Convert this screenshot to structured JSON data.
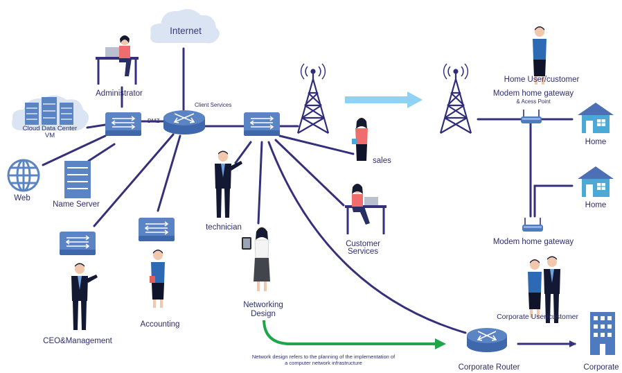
{
  "labels": {
    "internet": "Internet",
    "administrator": "Administrator",
    "client_services": "Client Services",
    "dmz": "DMZ",
    "cloud_dc_line1": "Cloud Data Center",
    "cloud_dc_line2": "VM",
    "web": "Web",
    "name_server": "Name Server",
    "technician": "technician",
    "sales": "sales",
    "customer_services_line1": "Customer",
    "customer_services_line2": "Services",
    "networking_design_line1": "Networking",
    "networking_design_line2": "Design",
    "accounting": "Accounting",
    "ceo": "CEO&Management",
    "note_line1": "Network design refers to the planning of the implementation of",
    "note_line2": "a computer network infrastructure",
    "corporate_router": "Corporate Router",
    "corporate": "Corporate",
    "corporate_user": "Corporate User/customer",
    "home_user": "Home User/customer",
    "modem_gateway_ap_line1": "Modem home gateway",
    "modem_gateway_ap_line2": "& Acess Point",
    "home1": "Home",
    "home2": "Home",
    "modem_gateway": "Modem home gateway"
  },
  "colors": {
    "line": "#35307a",
    "switch": "#5b84c4",
    "cloud": "#dbe4f3",
    "tower": "#2f2d7a",
    "blue_arrow": "#8fd2f1",
    "green_arrow": "#1fa64b",
    "house": "#4aa9d6",
    "roof": "#4c6fb5",
    "building": "#4e7ac0",
    "globe": "#5b84c4"
  },
  "icons": [
    "cloud-icon",
    "router-icon",
    "switch-icon",
    "server-rack-icon",
    "globe-icon",
    "cell-tower-icon",
    "arrow-right-icon",
    "modem-icon",
    "house-icon",
    "building-icon",
    "person-icon",
    "desk-laptop-icon",
    "tablet-icon"
  ]
}
